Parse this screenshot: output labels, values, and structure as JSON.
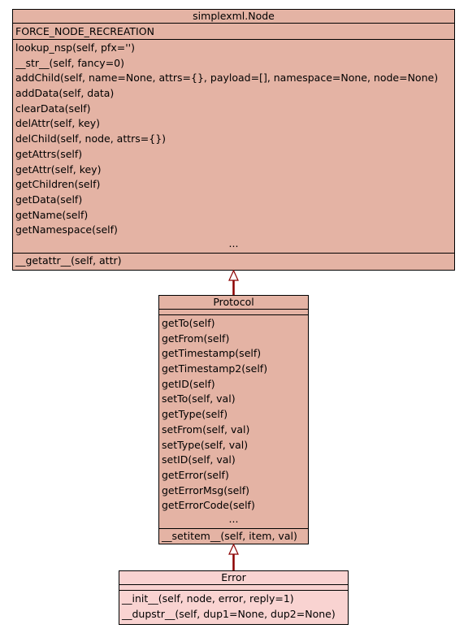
{
  "colors": {
    "box_fill": "#e4b3a4",
    "box_fill_light": "#f9d3d1",
    "edge": "#8b0000"
  },
  "node_class": {
    "title": "simplexml.Node",
    "attributes": [
      "FORCE_NODE_RECREATION"
    ],
    "methods": [
      "lookup_nsp(self, pfx='')",
      "__str__(self, fancy=0)",
      "addChild(self, name=None, attrs={}, payload=[], namespace=None, node=None)",
      "addData(self, data)",
      "clearData(self)",
      "delAttr(self, key)",
      "delChild(self, node, attrs={})",
      "getAttrs(self)",
      "getAttr(self, key)",
      "getChildren(self)",
      "getData(self)",
      "getName(self)",
      "getNamespace(self)"
    ],
    "ellipsis": "...",
    "last_method": "__getattr__(self, attr)"
  },
  "protocol_class": {
    "title": "Protocol",
    "methods": [
      "getTo(self)",
      "getFrom(self)",
      "getTimestamp(self)",
      "getTimestamp2(self)",
      "getID(self)",
      "setTo(self, val)",
      "getType(self)",
      "setFrom(self, val)",
      "setType(self, val)",
      "setID(self, val)",
      "getError(self)",
      "getErrorMsg(self)",
      "getErrorCode(self)"
    ],
    "ellipsis": "...",
    "last_method": "__setitem__(self, item, val)"
  },
  "error_class": {
    "title": "Error",
    "methods": [
      "__init__(self, node, error, reply=1)",
      "__dupstr__(self, dup1=None, dup2=None)"
    ]
  }
}
